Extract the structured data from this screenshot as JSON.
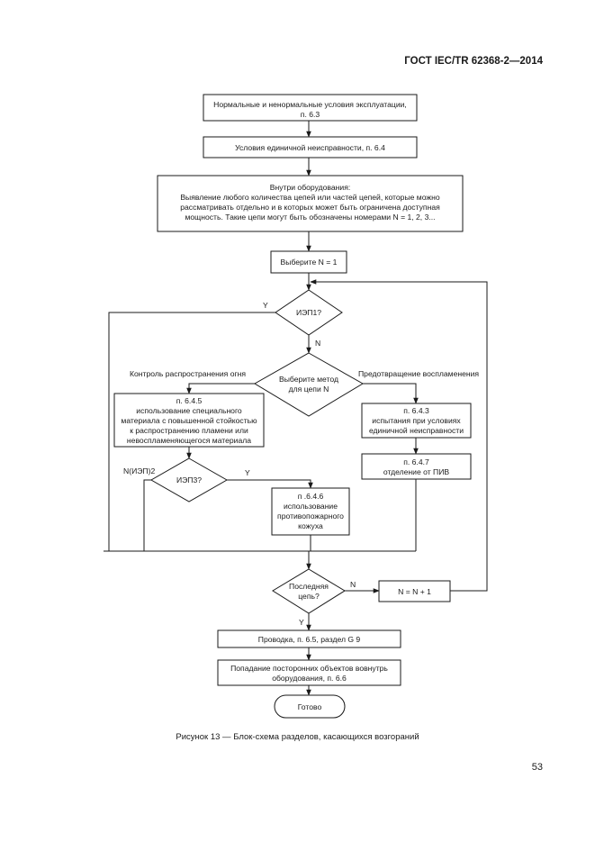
{
  "header": {
    "standard": "ГОСТ IEC/TR 62368-2—2014"
  },
  "diagram": {
    "b_normal": [
      "Нормальные и ненормальные условия эксплуатации,",
      "п. 6.3"
    ],
    "b_single_fault": [
      "Условия единичной неисправности, п. 6.4"
    ],
    "b_inside": [
      "Внутри оборудования:",
      "Выявление любого количества цепей или частей цепей, которые можно",
      "рассматривать отдельно и в которых может быть ограничена доступная",
      "мощность. Такие цепи могут быть обозначены номерами N = 1, 2, 3..."
    ],
    "b_select_n": [
      "Выберите N = 1"
    ],
    "d_iep1": [
      "ИЭП1?"
    ],
    "d_method": [
      "Выберите метод",
      "для цепи N"
    ],
    "lbl_fire_control": "Контроль распространения огня",
    "lbl_ignition_prev": "Предотвращение воспламенения",
    "b_645": [
      "п. 6.4.5",
      "использование специального",
      "материала с повышенной стойкостью",
      "к распространению пламени или",
      "невоспламеняющегося материала"
    ],
    "b_643": [
      "п. 6.4.3",
      "испытания при условиях",
      "единичной неисправности"
    ],
    "b_647": [
      "п. 6.4.7",
      "отделение от ПИВ"
    ],
    "d_iep3": [
      "ИЭП3?"
    ],
    "b_646": [
      "п .6.4.6",
      "использование",
      "противопожарного",
      "кожуха"
    ],
    "d_last": [
      "Последняя",
      "цепь?"
    ],
    "b_n_plus": [
      "N = N + 1"
    ],
    "b_wiring": [
      "Проводка, п. 6.5, раздел G 9"
    ],
    "b_foreign": [
      "Попадание посторонних объектов вовнутрь",
      "оборудования, п. 6.6"
    ],
    "t_done": [
      "Готово"
    ],
    "lbl_y": "Y",
    "lbl_n": "N",
    "lbl_n_iep2": "N(ИЭП)2"
  },
  "caption": "Рисунок 13 — Блок-схема разделов, касающихся возгораний",
  "page_number": "53"
}
